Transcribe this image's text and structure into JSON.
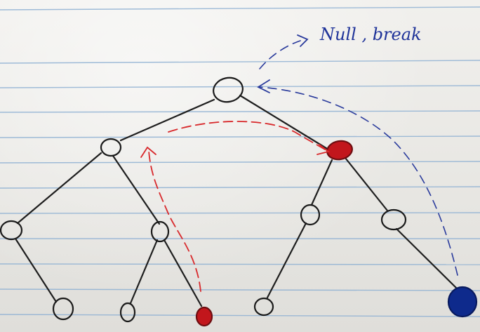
{
  "note": {
    "text": "Null , break"
  },
  "colors": {
    "paper": "#efeeeb",
    "rule_lines": "#8fb1d3",
    "tree_ink": "#1a1a1a",
    "highlight_node": "#c2161c",
    "current_node": "#0e2a8c",
    "red_path": "#d8282b",
    "blue_path": "#2a3b9c"
  },
  "tree": {
    "nodes": [
      {
        "id": "root",
        "color": "none"
      },
      {
        "id": "left",
        "color": "none"
      },
      {
        "id": "right",
        "color": "red"
      },
      {
        "id": "left-left",
        "color": "none"
      },
      {
        "id": "left-right",
        "color": "none"
      },
      {
        "id": "right-left",
        "color": "none"
      },
      {
        "id": "right-right",
        "color": "none"
      },
      {
        "id": "left-left-right",
        "color": "none"
      },
      {
        "id": "left-right-left",
        "color": "none"
      },
      {
        "id": "left-right-right",
        "color": "red"
      },
      {
        "id": "right-left-left",
        "color": "none"
      },
      {
        "id": "right-right-right",
        "color": "blue"
      }
    ],
    "edges": [
      [
        "root",
        "left"
      ],
      [
        "root",
        "right"
      ],
      [
        "left",
        "left-left"
      ],
      [
        "left",
        "left-right"
      ],
      [
        "right",
        "right-left"
      ],
      [
        "right",
        "right-right"
      ],
      [
        "left-left",
        "left-left-right"
      ],
      [
        "left-right",
        "left-right-left"
      ],
      [
        "left-right",
        "left-right-right"
      ],
      [
        "right-left",
        "right-left-left"
      ],
      [
        "right-right",
        "right-right-right"
      ]
    ],
    "paths": [
      {
        "id": "red-path",
        "from": "left-right-right",
        "to": "right",
        "style": "dashed"
      },
      {
        "id": "blue-path",
        "from": "right-right-right",
        "to": "root",
        "style": "dashed"
      },
      {
        "id": "null-arrow",
        "from": "root",
        "to": "note",
        "style": "dashed"
      }
    ]
  }
}
